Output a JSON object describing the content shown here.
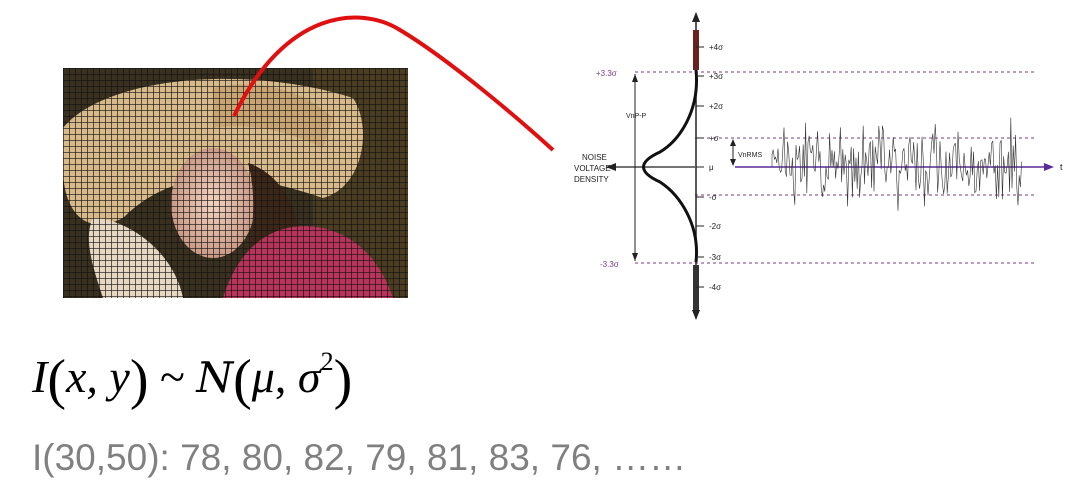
{
  "photo": {
    "description_icon": "woman-with-hat-photo-icon"
  },
  "diagram": {
    "left_labels": [
      "NOISE",
      "VOLTAGE",
      "DENSITY"
    ],
    "sigma_ticks": [
      "+4σ",
      "+3σ",
      "+2σ",
      "+σ",
      "μ",
      "-σ",
      "-2σ",
      "-3σ",
      "-4σ"
    ],
    "bound_upper": "+3.3σ",
    "bound_lower": "-3.3σ",
    "vpp_label": "VnP-P",
    "vrms_label": "VnRMS",
    "t_label": "t"
  },
  "formula": {
    "lhs": "I",
    "args": "x, y",
    "tilde": "~",
    "dist": "N",
    "mu": "μ",
    "sigma": "σ",
    "exp": "2"
  },
  "samples": {
    "text": "I(30,50): 78, 80, 82, 79, 81, 83, 76, ……"
  },
  "colors": {
    "link_curve": "#e01010",
    "dashed": "#7a3a8a",
    "axis": "#3a2a8a"
  }
}
